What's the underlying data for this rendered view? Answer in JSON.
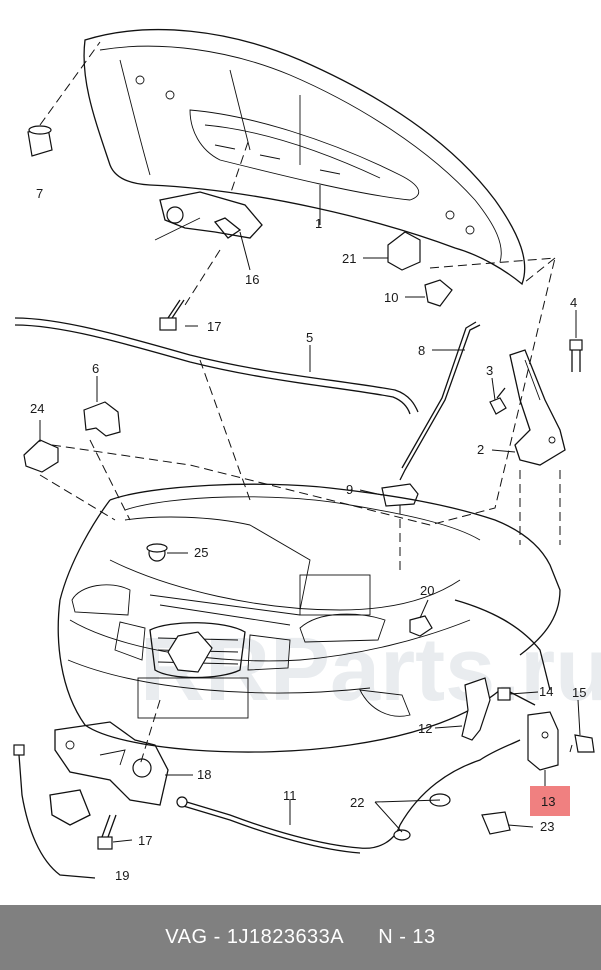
{
  "callouts": [
    "1",
    "2",
    "3",
    "4",
    "5",
    "6",
    "7",
    "8",
    "9",
    "10",
    "11",
    "12",
    "13",
    "14",
    "15",
    "16",
    "17",
    "17",
    "18",
    "19",
    "20",
    "21",
    "22",
    "23",
    "24",
    "25"
  ],
  "highlight": {
    "label": "13",
    "color": "#f08080"
  },
  "watermark": "RRParts.ru",
  "footer": {
    "brand": "VAG - 1J1823633A",
    "page": "N - 13",
    "bg_color": "#808080"
  }
}
